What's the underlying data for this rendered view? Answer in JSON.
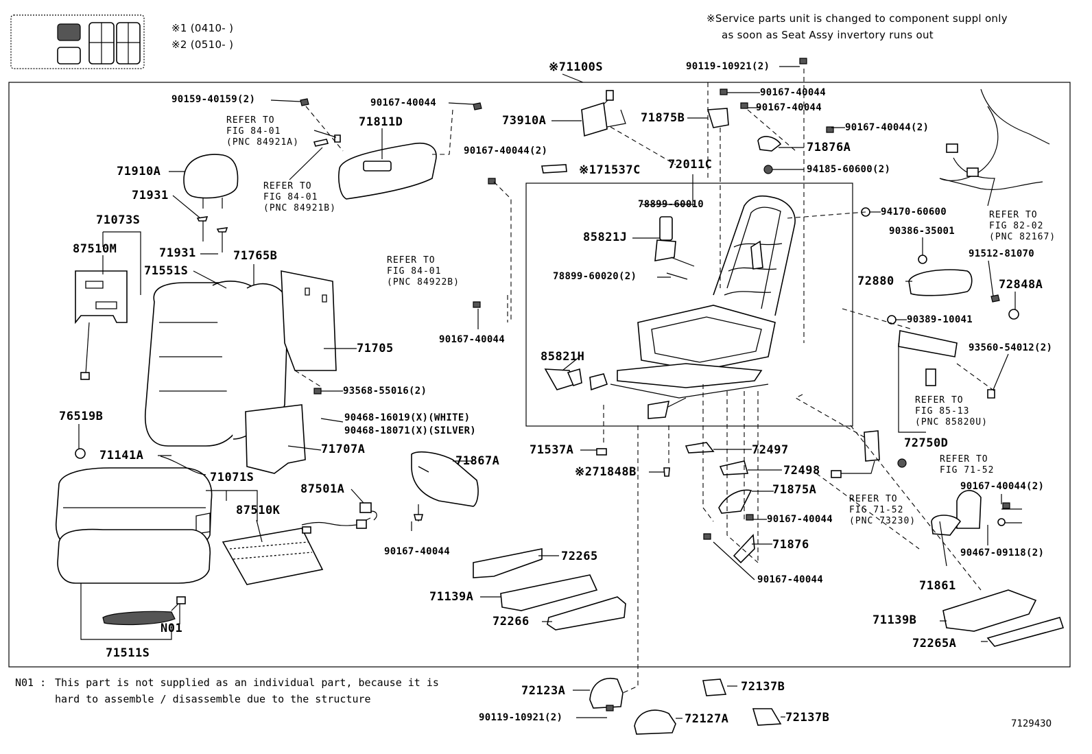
{
  "header": {
    "variant_1": "※1 (0410-       )",
    "variant_2": "※2 (0510-       )",
    "service_note_line1": "※Service parts unit is changed to component suppl only",
    "service_note_line2": "as soon as Seat Assy invertory runs out"
  },
  "parts": {
    "p71100S": "※71100S",
    "p90119_10921_top": "90119-10921(2)",
    "p90159_40159": "90159-40159(2)",
    "p90167_40044_a": "90167-40044",
    "p71811D": "71811D",
    "p73910A": "73910A",
    "p71875B": "71875B",
    "p90167_40044_b": "90167-40044",
    "p90167_40044_c": "90167-40044",
    "p90167_40044_2a": "90167-40044(2)",
    "p71876A": "71876A",
    "p90167_40044_2b": "90167-40044(2)",
    "p71537C": "※171537C",
    "p72011C": "72011C",
    "p94185_60600": "94185-60600(2)",
    "p71910A": "71910A",
    "p71931a": "71931",
    "p71931b": "71931",
    "p71073S": "71073S",
    "p87510M": "87510M",
    "p71765B": "71765B",
    "p71551S": "71551S",
    "p78899_60010": "78899-60010",
    "p85821J": "85821J",
    "p94170_60600": "94170-60600",
    "p90386_35001": "90386-35001",
    "p91512_81070": "91512-81070",
    "p72880": "72880",
    "p72848A": "72848A",
    "p78899_60020": "78899-60020(2)",
    "p90389_10041": "90389-10041",
    "p90167_40044_d": "90167-40044",
    "p71705": "71705",
    "p93560_54012": "93560-54012(2)",
    "p85821H": "85821H",
    "p93568_55016": "93568-55016(2)",
    "p76519B": "76519B",
    "p90468_16019": "90468-16019(X)(WHITE)",
    "p90468_18071": "90468-18071(X)(SILVER)",
    "p71707A": "71707A",
    "p71537A": "71537A",
    "p72497": "72497",
    "p72750D": "72750D",
    "p71141A": "71141A",
    "p71867A": "71867A",
    "p71848B": "※271848B",
    "p72498": "72498",
    "p71071S": "71071S",
    "p87501A": "87501A",
    "p71875A": "71875A",
    "p90167_40044_e": "90167-40044",
    "p87510K": "87510K",
    "p90167_40044_f": "90167-40044",
    "p90167_40044_2c": "90167-40044(2)",
    "p90467_09118": "90467-09118(2)",
    "p71876": "71876",
    "p72265": "72265",
    "p90167_40044_g": "90167-40044",
    "p71861": "71861",
    "p71139A": "71139A",
    "p72266": "72266",
    "p71139B": "71139B",
    "pN01": "N01",
    "p72265A": "72265A",
    "p71511S": "71511S",
    "p72123A": "72123A",
    "p72137B_a": "72137B",
    "p90119_10921_bot": "90119-10921(2)",
    "p72127A": "72127A",
    "p72137B_b": "72137B"
  },
  "refs": {
    "r84921A": "REFER TO\nFIG 84-01\n(PNC 84921A)",
    "r84921B": "REFER TO\nFIG 84-01\n(PNC 84921B)",
    "r84922B": "REFER TO\nFIG 84-01\n(PNC 84922B)",
    "r82167": "REFER TO\nFIG 82-02\n(PNC 82167)",
    "r85820U": "REFER TO\nFIG 85-13\n(PNC 85820U)",
    "r7152": "REFER TO\nFIG 71-52",
    "r73230": "REFER TO\nFIG 71-52\n(PNC 73230)"
  },
  "footnote": {
    "code": "N01 :",
    "line1": "This part is not supplied as an individual part, because it is",
    "line2": "hard to assemble / disassemble due to the structure"
  },
  "figure_id": "712943O"
}
